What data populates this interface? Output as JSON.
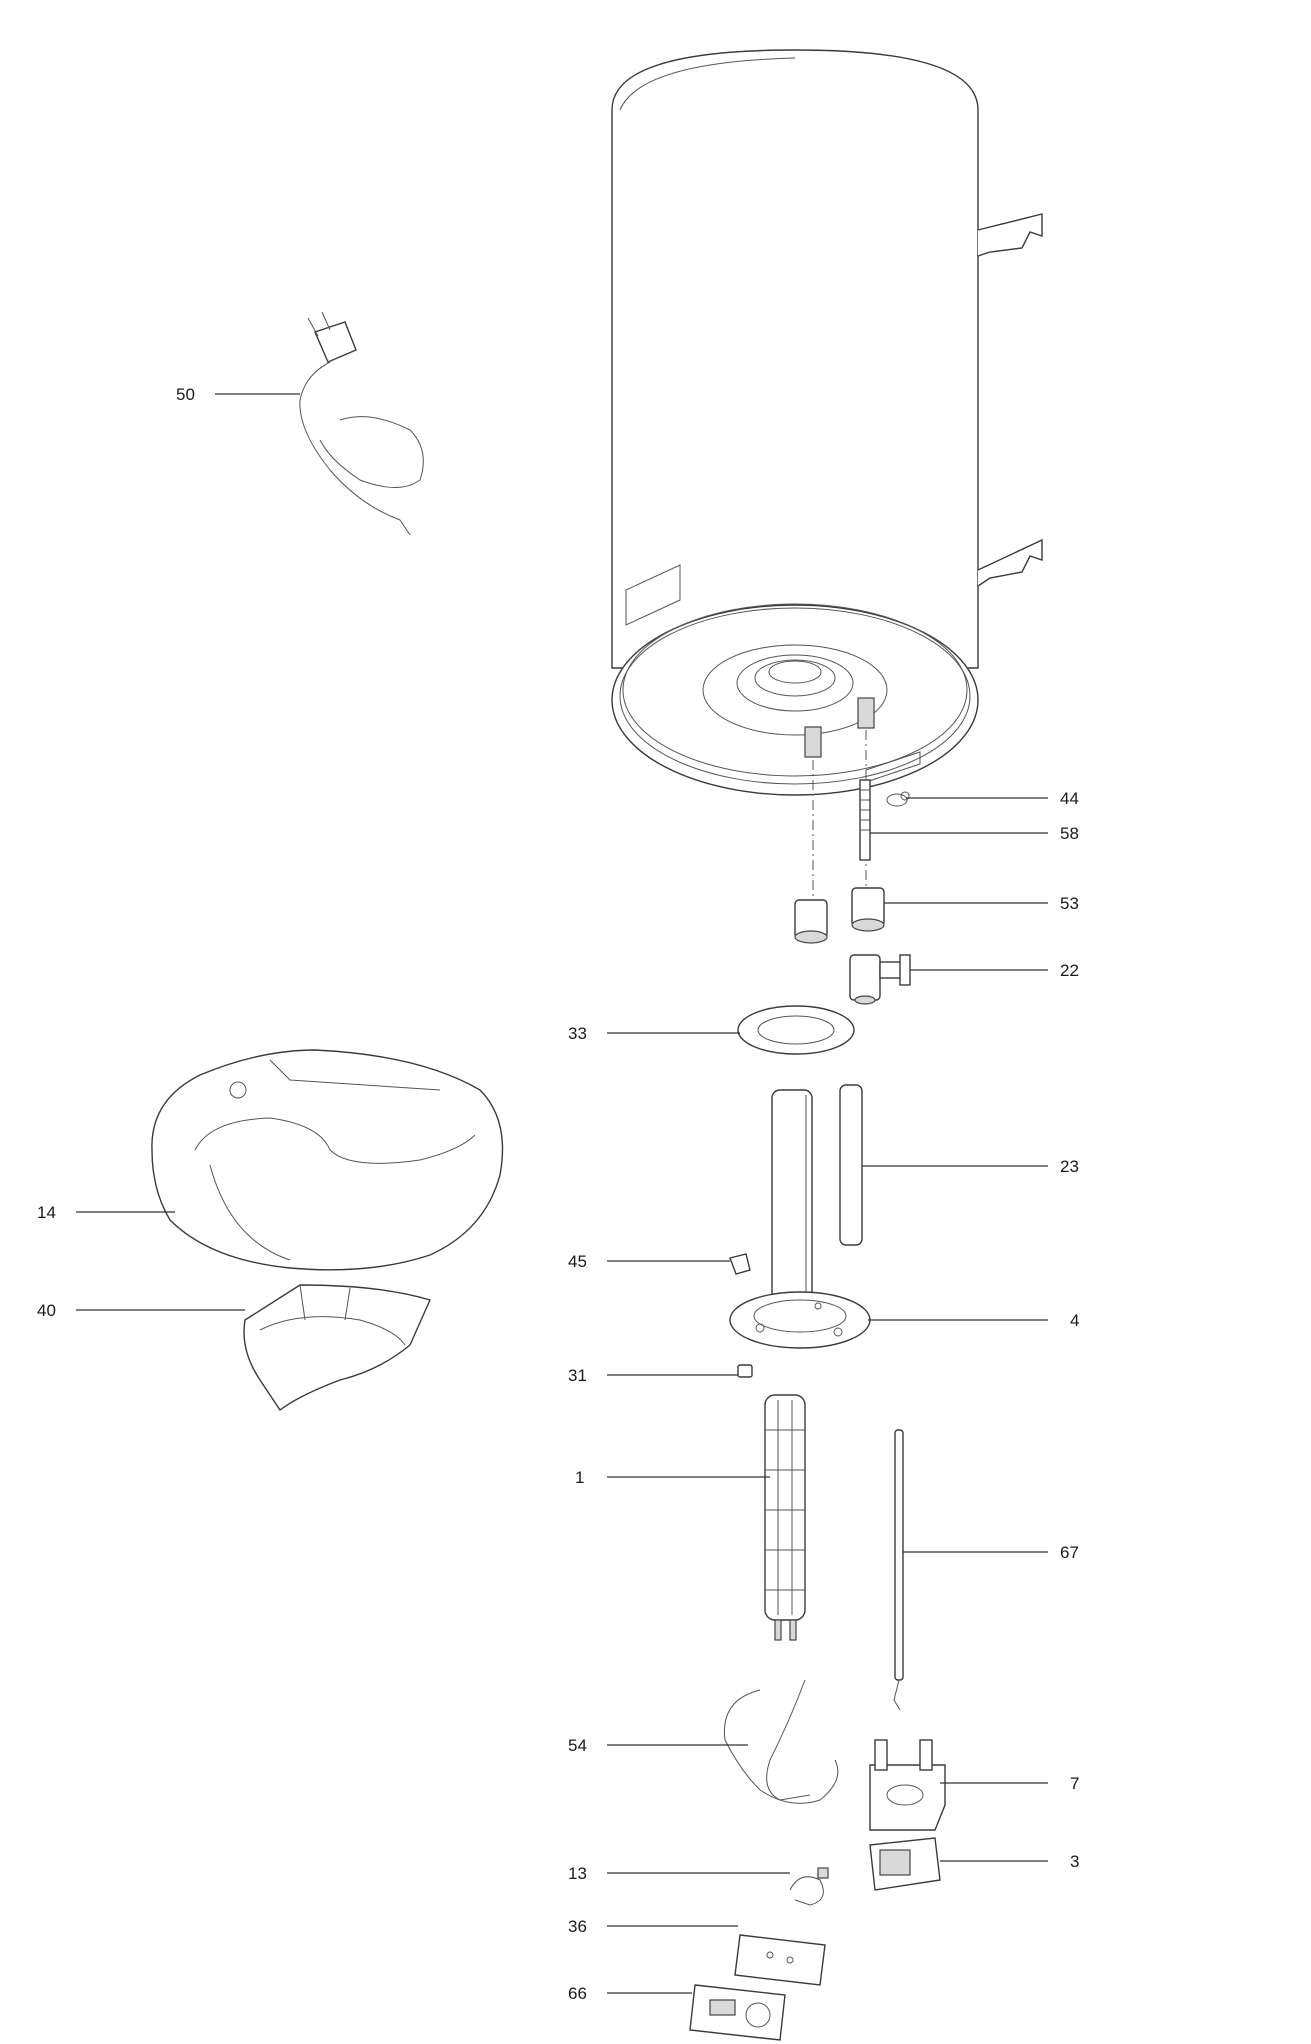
{
  "diagram": {
    "type": "exploded-parts-view",
    "callouts": [
      {
        "id": "50",
        "label": "50"
      },
      {
        "id": "44",
        "label": "44"
      },
      {
        "id": "58",
        "label": "58"
      },
      {
        "id": "53",
        "label": "53"
      },
      {
        "id": "22",
        "label": "22"
      },
      {
        "id": "33",
        "label": "33"
      },
      {
        "id": "23",
        "label": "23"
      },
      {
        "id": "14",
        "label": "14"
      },
      {
        "id": "45",
        "label": "45"
      },
      {
        "id": "4",
        "label": "4"
      },
      {
        "id": "40",
        "label": "40"
      },
      {
        "id": "31",
        "label": "31"
      },
      {
        "id": "1",
        "label": "1"
      },
      {
        "id": "67",
        "label": "67"
      },
      {
        "id": "54",
        "label": "54"
      },
      {
        "id": "7",
        "label": "7"
      },
      {
        "id": "13",
        "label": "13"
      },
      {
        "id": "3",
        "label": "3"
      },
      {
        "id": "36",
        "label": "36"
      },
      {
        "id": "66",
        "label": "66"
      }
    ]
  },
  "colors": {
    "line": "#333333",
    "fill": "#ffffff",
    "shade": "#d9d9d9"
  }
}
